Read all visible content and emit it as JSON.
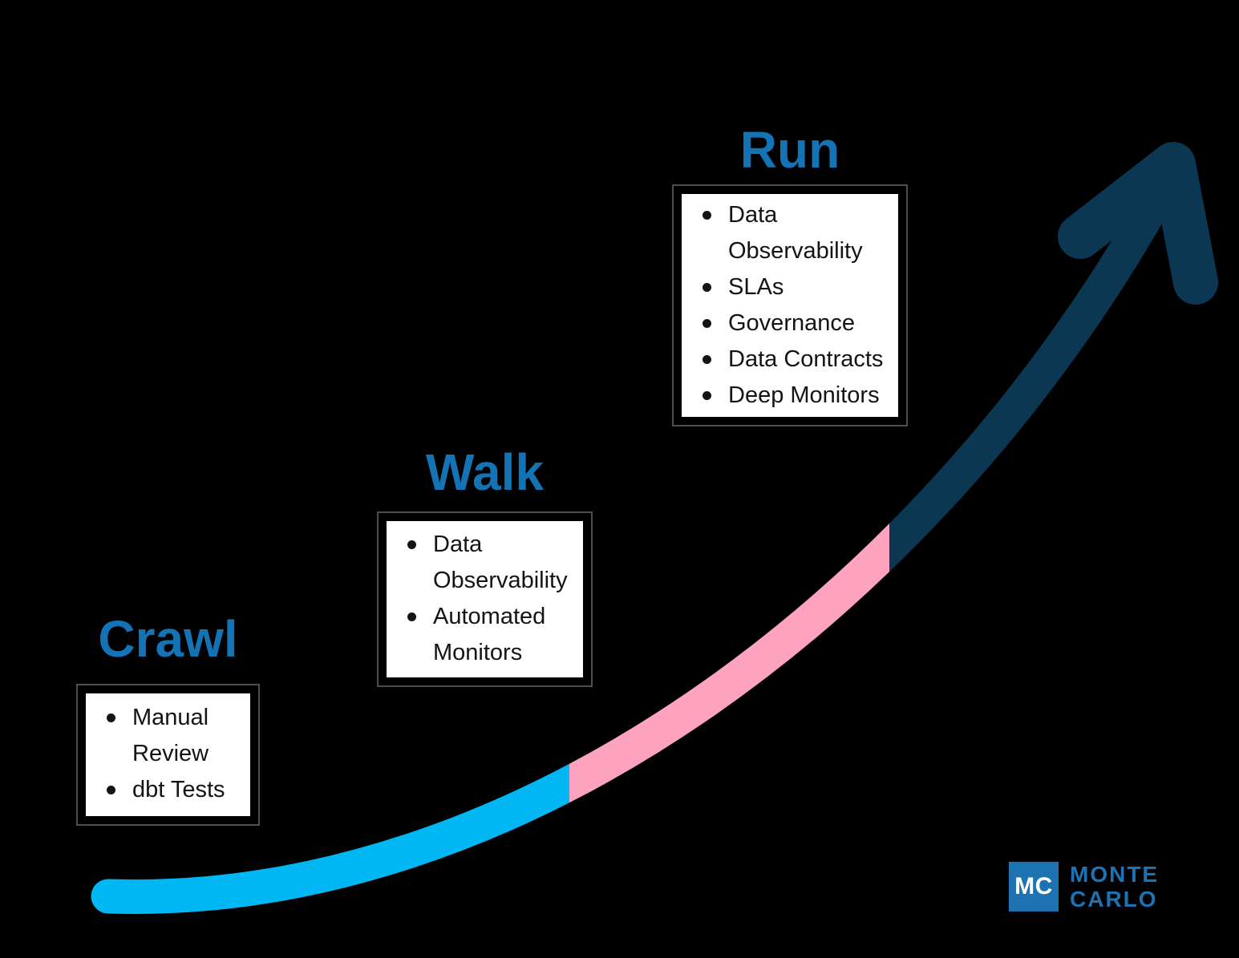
{
  "colors": {
    "background": "#000000",
    "heading_blue": "#1373b5",
    "crawl_segment": "#00b7f4",
    "walk_segment": "#fda3bf",
    "run_segment": "#0c3753",
    "arrow": "#0c3753",
    "logo_blue": "#1d73b2",
    "panel_background": "#ffffff",
    "panel_outline": "#4f4f4f",
    "bullet_text": "#141414"
  },
  "stages": [
    {
      "label": "Crawl",
      "items": [
        "Manual Review",
        "dbt Tests"
      ]
    },
    {
      "label": "Walk",
      "items": [
        "Data Observability",
        "Automated Monitors"
      ]
    },
    {
      "label": "Run",
      "items": [
        "Data Observability",
        "SLAs",
        "Governance",
        "Data Contracts",
        "Deep Monitors"
      ]
    }
  ],
  "curve": {
    "description": "Upward maturity growth curve ending in an arrow",
    "segment_order": [
      "Crawl",
      "Walk",
      "Run"
    ]
  },
  "logo": {
    "monogram": "MC",
    "line1": "MONTE",
    "line2": "CARLO"
  }
}
